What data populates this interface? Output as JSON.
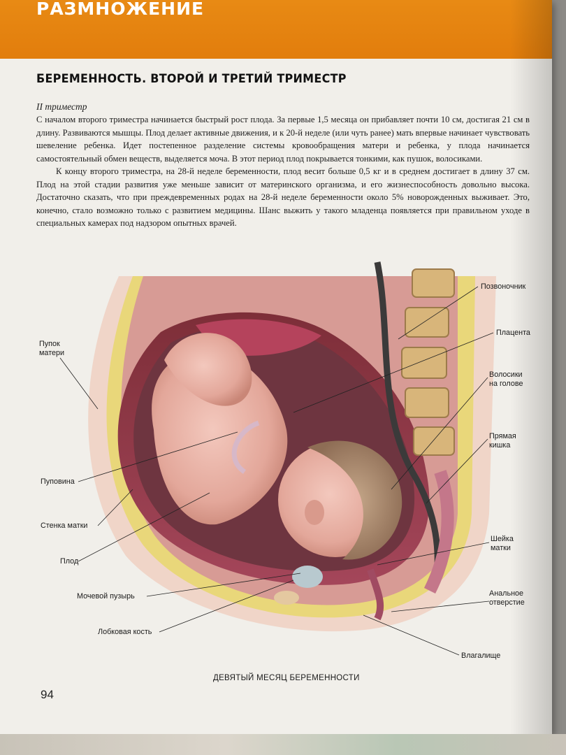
{
  "header": {
    "section": "РАЗМНОЖЕНИЕ"
  },
  "title": "БЕРЕМЕННОСТЬ. ВТОРОЙ И ТРЕТИЙ ТРИМЕСТР",
  "subhead": "II триместр",
  "paragraphs": [
    "С началом второго триместра начинается быстрый рост плода. За первые 1,5 месяца он прибавляет почти 10 см, достигая 21 см в длину. Развиваются мышцы. Плод делает активные движения, и к 20-й неделе (или чуть ранее) мать впервые начинает чувствовать шевеление ребенка. Идет постепенное разделение системы кровообращения матери и ребенка, у плода начинается самостоятельный обмен веществ, выделяется моча. В этот период плод покрывается тонкими, как пушок, волосиками.",
    "К концу второго триместра, на 28-й неделе беременности, плод весит больше 0,5 кг и в среднем достигает в длину 37 см. Плод на этой стадии развития уже меньше зависит от материнского организма, и его жизнеспособность довольно высока. Достаточно сказать, что при преждевременных родах на 28-й неделе беременности около 5% новорожденных выживает. Это, конечно, стало возможно только с развитием медицины. Шанс выжить у такого младенца появляется при правильном уходе в специальных камерах под надзором опытных врачей."
  ],
  "labels": {
    "navel": "Пупок\nматери",
    "cord": "Пуповина",
    "uterus_wall": "Стенка матки",
    "fetus": "Плод",
    "bladder": "Мочевой пузырь",
    "pubic_bone": "Лобковая кость",
    "spine": "Позвоночник",
    "placenta": "Плацента",
    "hair": "Волосики\nна голове",
    "rectum": "Прямая\nкишка",
    "cervix": "Шейка\nматки",
    "anus": "Анальное\nотверстие",
    "vagina": "Влагалище"
  },
  "caption": "ДЕВЯТЫЙ МЕСЯЦ БЕРЕМЕННОСТИ",
  "page_number": "94",
  "colors": {
    "header_orange": "#e27d0c",
    "page": "#f1efea"
  }
}
